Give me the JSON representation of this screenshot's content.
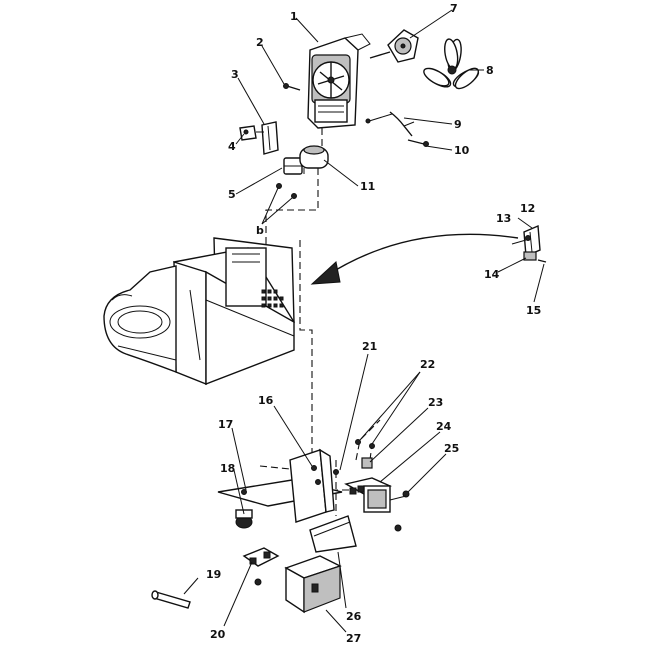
{
  "callouts": [
    {
      "id": "1",
      "text": "1"
    },
    {
      "id": "2",
      "text": "2"
    },
    {
      "id": "3",
      "text": "3"
    },
    {
      "id": "4",
      "text": "4"
    },
    {
      "id": "5",
      "text": "5"
    },
    {
      "id": "6",
      "text": "b"
    },
    {
      "id": "7",
      "text": "7"
    },
    {
      "id": "8",
      "text": "8"
    },
    {
      "id": "9",
      "text": "9"
    },
    {
      "id": "10",
      "text": "10"
    },
    {
      "id": "11",
      "text": "11"
    },
    {
      "id": "12",
      "text": "12"
    },
    {
      "id": "13",
      "text": "13"
    },
    {
      "id": "14",
      "text": "14"
    },
    {
      "id": "15",
      "text": "15"
    },
    {
      "id": "16",
      "text": "16"
    },
    {
      "id": "17",
      "text": "17"
    },
    {
      "id": "18",
      "text": "18"
    },
    {
      "id": "19",
      "text": "19"
    },
    {
      "id": "20",
      "text": "20"
    },
    {
      "id": "21",
      "text": "21"
    },
    {
      "id": "22",
      "text": "22"
    },
    {
      "id": "23",
      "text": "23"
    },
    {
      "id": "24",
      "text": "24"
    },
    {
      "id": "25",
      "text": "25"
    },
    {
      "id": "26",
      "text": "26"
    },
    {
      "id": "27",
      "text": "27"
    }
  ]
}
